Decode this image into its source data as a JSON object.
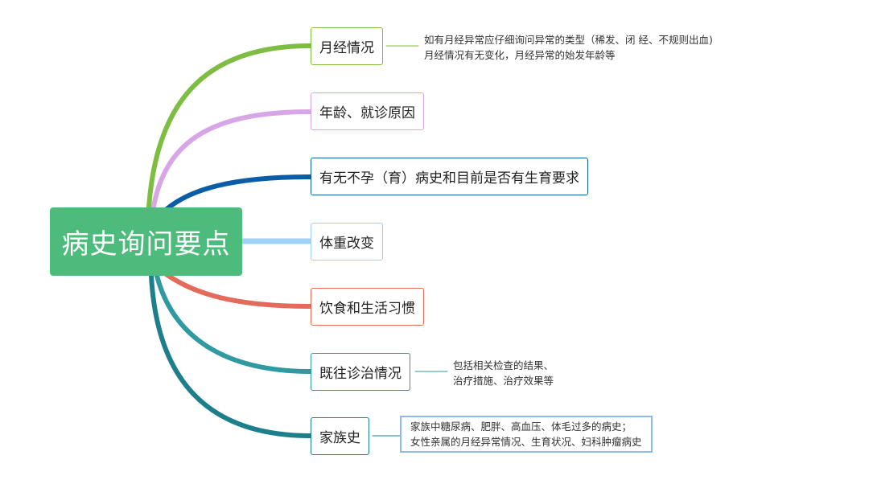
{
  "root": {
    "label": "病史询问要点",
    "color": "#4cbb7b"
  },
  "branches": [
    {
      "id": "menstruation",
      "label": "月经情况",
      "color": "#7cbd42",
      "note": [
        "如有月经异常应仔细询问异常的类型（稀发、闭 经、不规则出血)",
        "月经情况有无变化，月经异常的始发年龄等"
      ],
      "note_boxed": false
    },
    {
      "id": "age",
      "label": "年龄、就诊原因",
      "color": "#d8a6e6",
      "note": [],
      "note_boxed": false
    },
    {
      "id": "infertility",
      "label": "有无不孕（育）病史和目前是否有生育要求",
      "color": "#0a5ea8",
      "note": [],
      "note_boxed": false
    },
    {
      "id": "weight",
      "label": "体重改变",
      "color": "#9fd2f6",
      "note": [],
      "note_boxed": false
    },
    {
      "id": "diet",
      "label": "饮食和生活习惯",
      "color": "#e46a5c",
      "note": [],
      "note_boxed": false
    },
    {
      "id": "history",
      "label": "既往诊治情况",
      "color": "#2f9aa2",
      "note": [
        "包括相关检查的结果、",
        "治疗措施、治疗效果等"
      ],
      "note_boxed": false
    },
    {
      "id": "family",
      "label": "家族史",
      "color": "#1d7f8c",
      "note": [
        "家族中糖尿病、肥胖、高血压、体毛过多的病史；",
        "女性亲属的月经异常情况、生育状况、妇科肿瘤病史"
      ],
      "note_boxed": true
    }
  ]
}
